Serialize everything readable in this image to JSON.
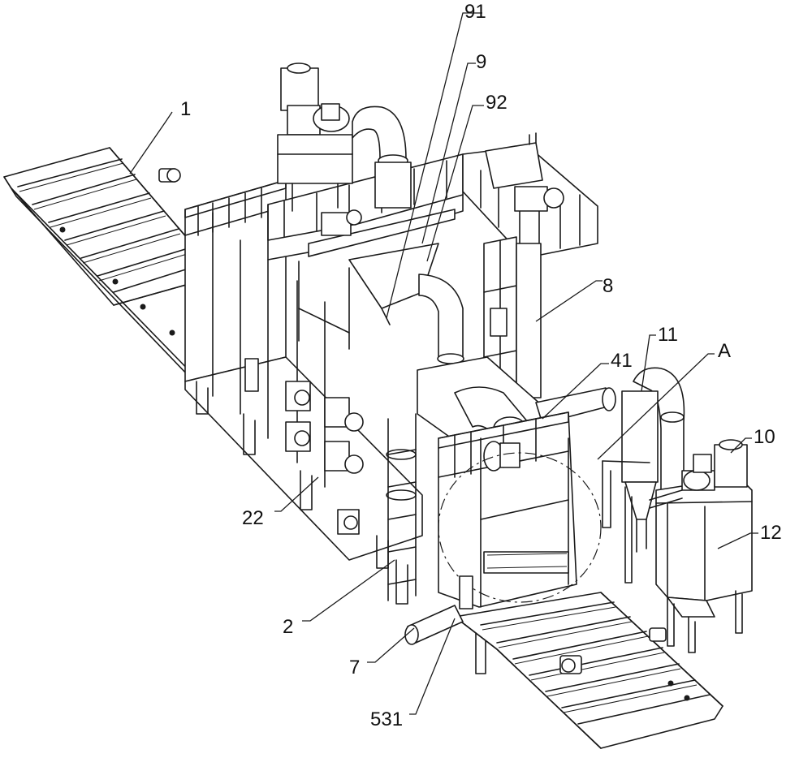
{
  "labels": {
    "l1": "1",
    "l91": "91",
    "l9": "9",
    "l92": "92",
    "l8": "8",
    "l11": "11",
    "lA": "A",
    "l41": "41",
    "l10": "10",
    "l12": "12",
    "l22": "22",
    "l2": "2",
    "l7": "7",
    "l531": "531"
  },
  "colors": {
    "line": "#1a1a1a",
    "background": "#ffffff"
  }
}
